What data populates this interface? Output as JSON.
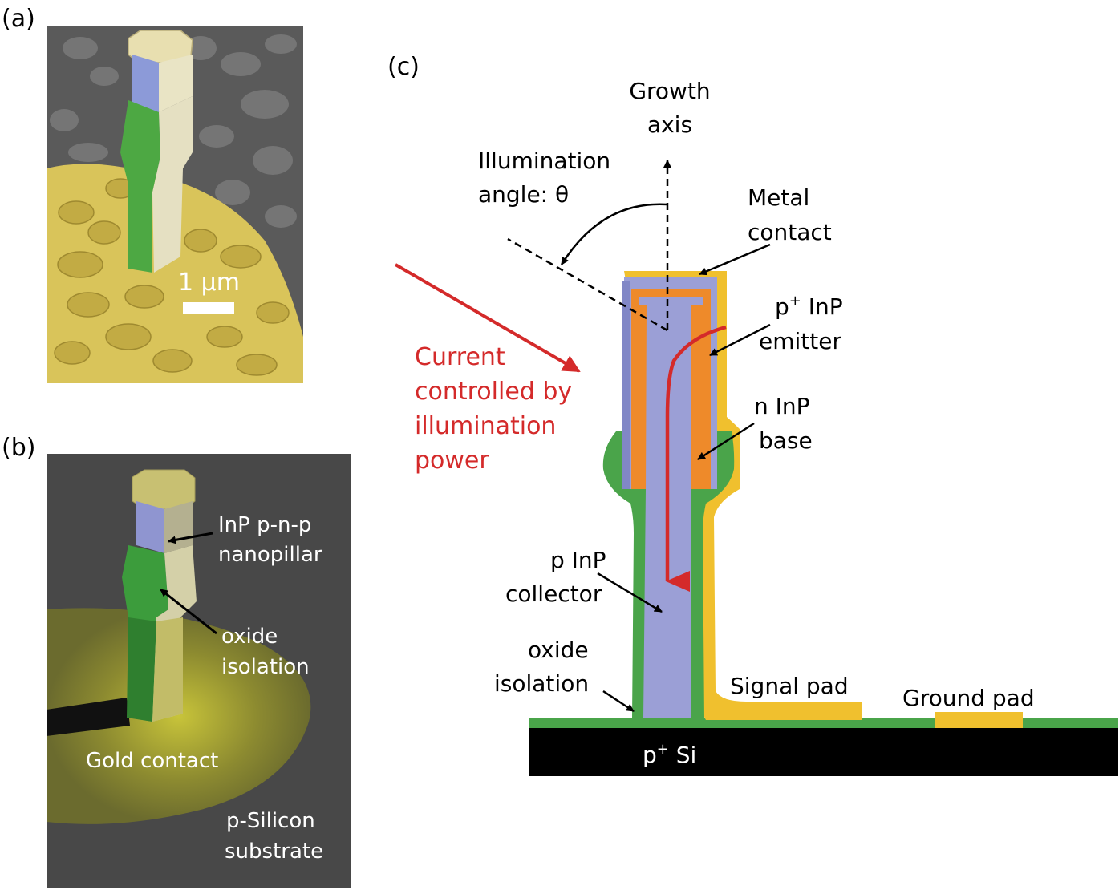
{
  "panels": {
    "a": {
      "label": "(a)",
      "scale_bar": "1 µm"
    },
    "b": {
      "label": "(b)",
      "nanopillar_label": [
        "InP p-n-p",
        "nanopillar"
      ],
      "oxide_label": [
        "oxide",
        "isolation"
      ],
      "gold_contact": "Gold contact",
      "substrate_label": [
        "p-Silicon",
        "substrate"
      ]
    },
    "c": {
      "label": "(c)",
      "growth_axis": [
        "Growth",
        "axis"
      ],
      "illumination_angle": [
        "Illumination",
        "angle: θ"
      ],
      "metal_contact": [
        "Metal",
        "contact"
      ],
      "emitter_sup": "+",
      "emitter": [
        "p",
        " InP",
        "emitter"
      ],
      "base": [
        "n InP",
        "base"
      ],
      "collector": [
        "p InP",
        "collector"
      ],
      "oxide": [
        "oxide",
        "isolation"
      ],
      "signal_pad": "Signal pad",
      "ground_pad": "Ground pad",
      "substrate_main": "p",
      "substrate_sup": "+",
      "substrate_rest": " Si",
      "current_note": [
        "Current",
        "controlled by",
        "illumination",
        "power"
      ]
    }
  },
  "colors": {
    "gold": "#f0c02e",
    "oxide_green": "#4aa44a",
    "inp_blue": "#9b9fd6",
    "orange": "#ee8a2a",
    "current_red": "#d42a2a",
    "substrate": "#000000",
    "panel_b_bg": "#484848"
  }
}
